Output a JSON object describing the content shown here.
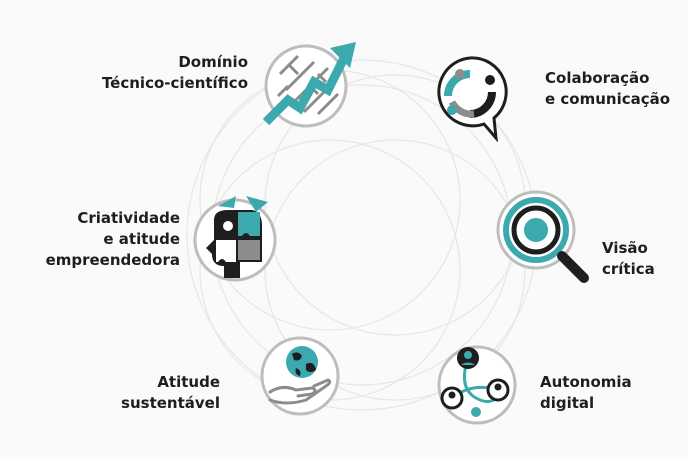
{
  "items": [
    {
      "line1": "Domínio",
      "line2": "Técnico-científico",
      "line3": "",
      "icon": "maze-arrow-icon"
    },
    {
      "line1": "Colaboração",
      "line2": "e comunicação",
      "line3": "",
      "icon": "collaboration-icon"
    },
    {
      "line1": "Visão",
      "line2": "crítica",
      "line3": "",
      "icon": "magnifier-icon"
    },
    {
      "line1": "Autonomia",
      "line2": "digital",
      "line3": "",
      "icon": "network-people-icon"
    },
    {
      "line1": "Atitude",
      "line2": "sustentável",
      "line3": "",
      "icon": "globe-hand-icon"
    },
    {
      "line1": "Criatividade",
      "line2": "e atitude",
      "line3": "empreendedora",
      "icon": "puzzle-head-icon"
    }
  ],
  "colors": {
    "accent": "#3ba9ad",
    "dark": "#1e1e1e",
    "ring": "#e3e3e3"
  }
}
